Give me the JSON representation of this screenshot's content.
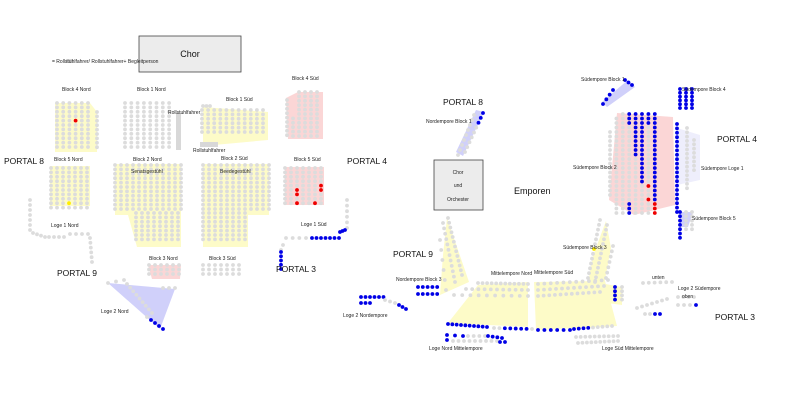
{
  "colors": {
    "seat_free": "#dcdcdc",
    "seat_taken": "#0000e6",
    "seat_selected": "#ee0000",
    "seat_wheelchair": "#ffee00",
    "zone_yellow": "#fdfbc8",
    "zone_pink": "#fbd6d6",
    "zone_blue": "#d0d0fa",
    "stage_fill": "#ececec"
  },
  "legend": {
    "text": "= Rollstuhlfahrer/ Rollstuhlfahrer+ Begleitperson"
  },
  "parkett": {
    "stage": "Chor",
    "portals": {
      "p8": "PORTAL 8",
      "p4": "PORTAL 4",
      "p9": "PORTAL 9",
      "p3": "PORTAL 3"
    },
    "blocks": {
      "b4n": "Block 4 Nord",
      "b1n": "Block 1 Nord",
      "b1s": "Block 1 Süd",
      "b4s": "Block 4 Süd",
      "b5n": "Block 5 Nord",
      "b2n": "Block 2 Nord",
      "b2s": "Block 2 Süd",
      "b5s": "Block 5 Süd",
      "b3n": "Block 3 Nord",
      "b3s": "Block 3 Süd",
      "l1n": "Loge 1 Nord",
      "l1s": "Loge 1 Süd",
      "l2n": "Loge 2 Nord"
    },
    "notes": {
      "senat": "Senatsgestühl",
      "beede": "Beedegestühl",
      "roll1": "Rollstuhlfahrer",
      "roll2": "Rollstuhlfahrer"
    }
  },
  "emporen": {
    "title": "Emporen",
    "stage_lines": [
      "Chor",
      "und",
      "Orchester"
    ],
    "portals": {
      "p8": "PORTAL 8",
      "p4": "PORTAL 4",
      "p9": "PORTAL 9",
      "p3": "PORTAL 3"
    },
    "blocks": {
      "nb1": "Nordempore Block 1",
      "sb1": "Südempore Block 1",
      "sb4": "Südempore Block 4",
      "sb2": "Südempore Block 2",
      "sl1": "Südempore Loge 1",
      "sb5": "Südempore Block 5",
      "sb3": "Südempore Block 3",
      "nb3": "Nordempore Block 3",
      "mn": "Mittelempore Nord",
      "ms": "Mittelempore Süd",
      "l2s": "Loge 2 Südempore",
      "unten": "unten",
      "oben": "oben",
      "l2n": "Loge 2 Nordempore",
      "lnm": "Loge Nord Mittelempore",
      "lsm": "Loge Süd Mittelempore"
    }
  }
}
